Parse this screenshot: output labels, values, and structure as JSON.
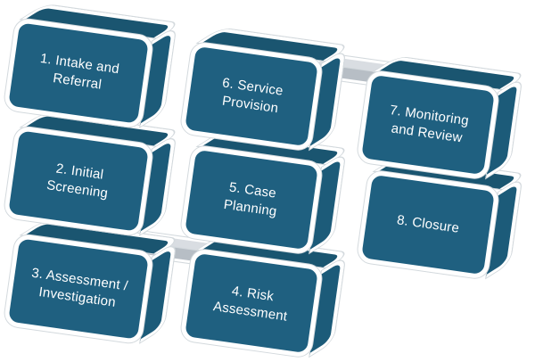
{
  "colors": {
    "background": "#FFFFFF",
    "box_front": "#1F6080",
    "box_top": "#1A5570",
    "box_side": "#1C5B79",
    "face_border": "#FFFFFF",
    "outer_outline": "#D3D9DD",
    "connector_top": "#D9DDE2",
    "connector_front": "#B7BEC5",
    "label_text": "#FFFFFF"
  },
  "diagram": {
    "type": "process-flow",
    "steps": [
      {
        "id": 1,
        "label": "1. Intake and\nReferral"
      },
      {
        "id": 2,
        "label": "2. Initial\nScreening"
      },
      {
        "id": 3,
        "label": "3. Assessment /\nInvestigation"
      },
      {
        "id": 4,
        "label": "4. Risk\nAssessment"
      },
      {
        "id": 5,
        "label": "5. Case\nPlanning"
      },
      {
        "id": 6,
        "label": "6. Service\nProvision"
      },
      {
        "id": 7,
        "label": "7. Monitoring\nand Review"
      },
      {
        "id": 8,
        "label": "8. Closure"
      }
    ],
    "connectors": [
      {
        "from": 3,
        "to": 4
      },
      {
        "from": 6,
        "to": 7
      }
    ]
  }
}
